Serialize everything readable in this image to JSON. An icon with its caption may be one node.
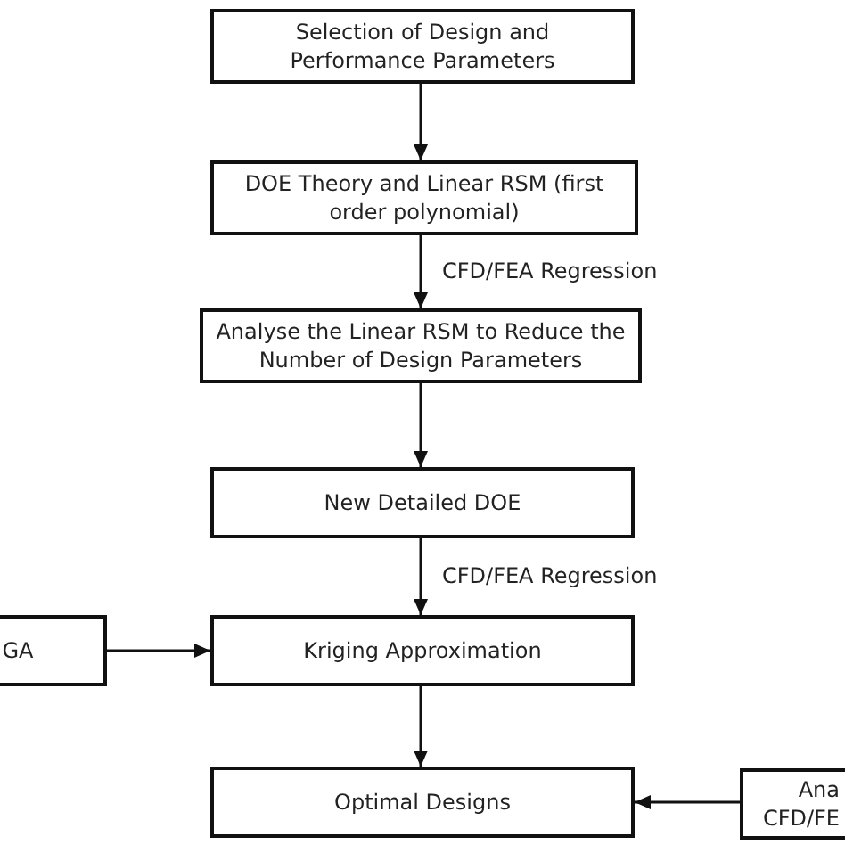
{
  "diagram": {
    "nodes": [
      {
        "text": [
          "Selection of Design and Performance Parameters"
        ]
      },
      {
        "text": [
          "DOE Theory and Linear RSM (first order polynomial)"
        ]
      },
      {
        "text": [
          "Analyse the Linear RSM to Reduce the Number of Design Parameters"
        ]
      },
      {
        "text": [
          "New Detailed DOE"
        ]
      },
      {
        "text": [
          "GA"
        ]
      },
      {
        "text": [
          "Kriging Approximation"
        ]
      },
      {
        "text": [
          "Optimal Designs"
        ]
      },
      {
        "text": [
          "Ana CFD/FE"
        ]
      }
    ],
    "edges": [
      {
        "from": 0,
        "to": 1,
        "arrow": "to"
      },
      {
        "from": 1,
        "to": 2,
        "arrow": "to",
        "label": "CFD/FEA Regression"
      },
      {
        "from": 2,
        "to": 3,
        "arrow": "to"
      },
      {
        "from": 3,
        "to": 5,
        "arrow": "to",
        "label": "CFD/FEA Regression"
      },
      {
        "from": 4,
        "to": 5,
        "arrow": "to"
      },
      {
        "from": 5,
        "to": 6,
        "arrow": "to"
      },
      {
        "from": 7,
        "to": 6,
        "arrow": "to"
      }
    ]
  }
}
